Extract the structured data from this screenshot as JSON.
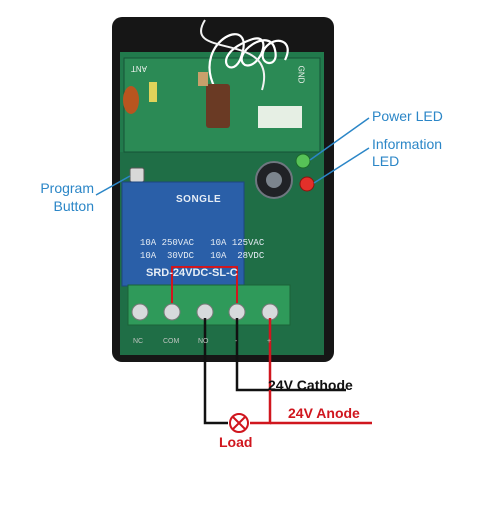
{
  "labels": {
    "power_led": "Power LED",
    "information_led_line1": "Information",
    "information_led_line2": "LED",
    "program_line1": "Program",
    "program_line2": "Button",
    "cathode": "24V Cathode",
    "anode": "24V Anode",
    "load": "Load"
  },
  "relay": {
    "brand": "SONGLE",
    "rating_line1": "10A 250VAC   10A 125VAC",
    "rating_line2": "10A  30VDC   10A  28VDC",
    "model": "SRD-24VDC-SL-C"
  },
  "board": {
    "ant": "ANT",
    "gnd": "GND",
    "terminals": [
      "NC",
      "COM",
      "NO",
      "-",
      "+"
    ]
  },
  "colors": {
    "callout": "#2b86c7",
    "cathode_wire": "#111111",
    "anode_wire": "#d0161e",
    "pcb": "#1f6e46",
    "relay": "#2a5fa8",
    "terminal": "#2f9a5a"
  }
}
